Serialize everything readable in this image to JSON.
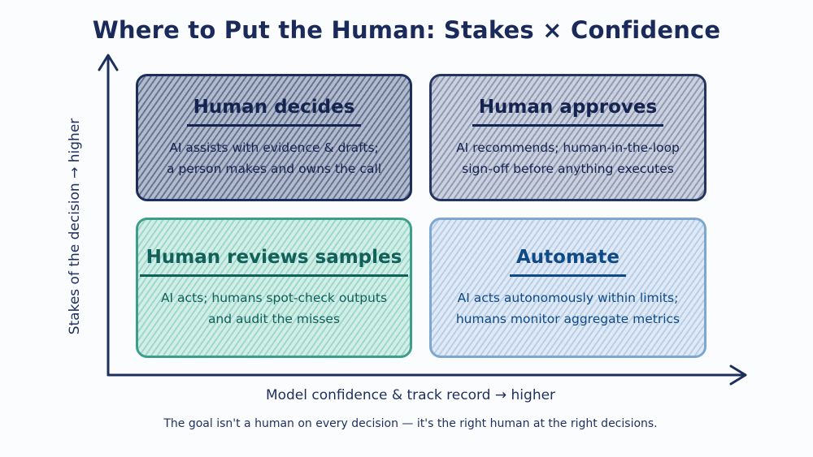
{
  "title": "Where to Put the Human: Stakes × Confidence",
  "axes": {
    "y_label": "Stakes of the decision → higher",
    "x_label": "Model confidence & track record → higher"
  },
  "quadrants": {
    "top_left": {
      "title": "Human decides",
      "lines": [
        "AI assists with evidence & drafts;",
        "a person makes and owns the call"
      ]
    },
    "top_right": {
      "title": "Human approves",
      "lines": [
        "AI recommends; human-in-the-loop",
        "sign-off before anything executes"
      ]
    },
    "bottom_left": {
      "title": "Human reviews samples",
      "lines": [
        "AI acts; humans spot-check outputs",
        "and audit the misses"
      ]
    },
    "bottom_right": {
      "title": "Automate",
      "lines": [
        "AI acts autonomously within limits;",
        "humans monitor aggregate metrics"
      ]
    }
  },
  "footnote": "The goal isn't a human on every decision — it's the right human at the right decisions.",
  "colors": {
    "ink": "#1e2f5e",
    "top_left": "#1d2d5c",
    "top_right": "#26355f",
    "bottom_left": "#3d9e8b",
    "bottom_right": "#7ea7cf"
  }
}
